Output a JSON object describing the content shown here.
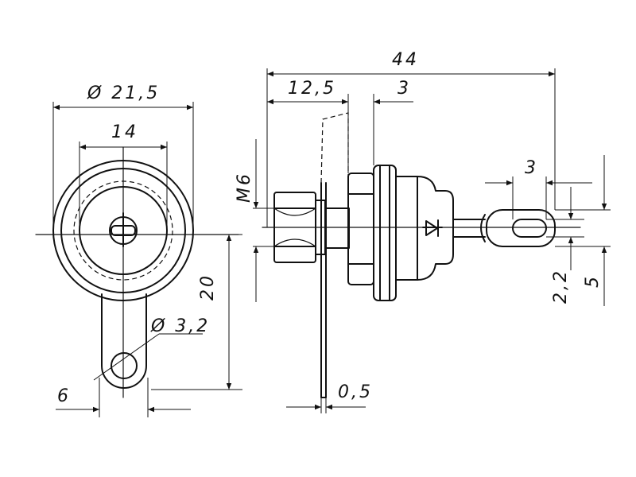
{
  "labels": {
    "d_outer": "Ø 21,5",
    "w14": "14",
    "h20": "20",
    "d_hole": "Ø 3,2",
    "w6": "6",
    "m6": "M6",
    "l44": "44",
    "l12_5": "12,5",
    "l3_top": "3",
    "l3_right": "3",
    "t0_5": "0,5",
    "h2_2": "2,2",
    "h5": "5"
  },
  "symbol": "diode-symbol"
}
